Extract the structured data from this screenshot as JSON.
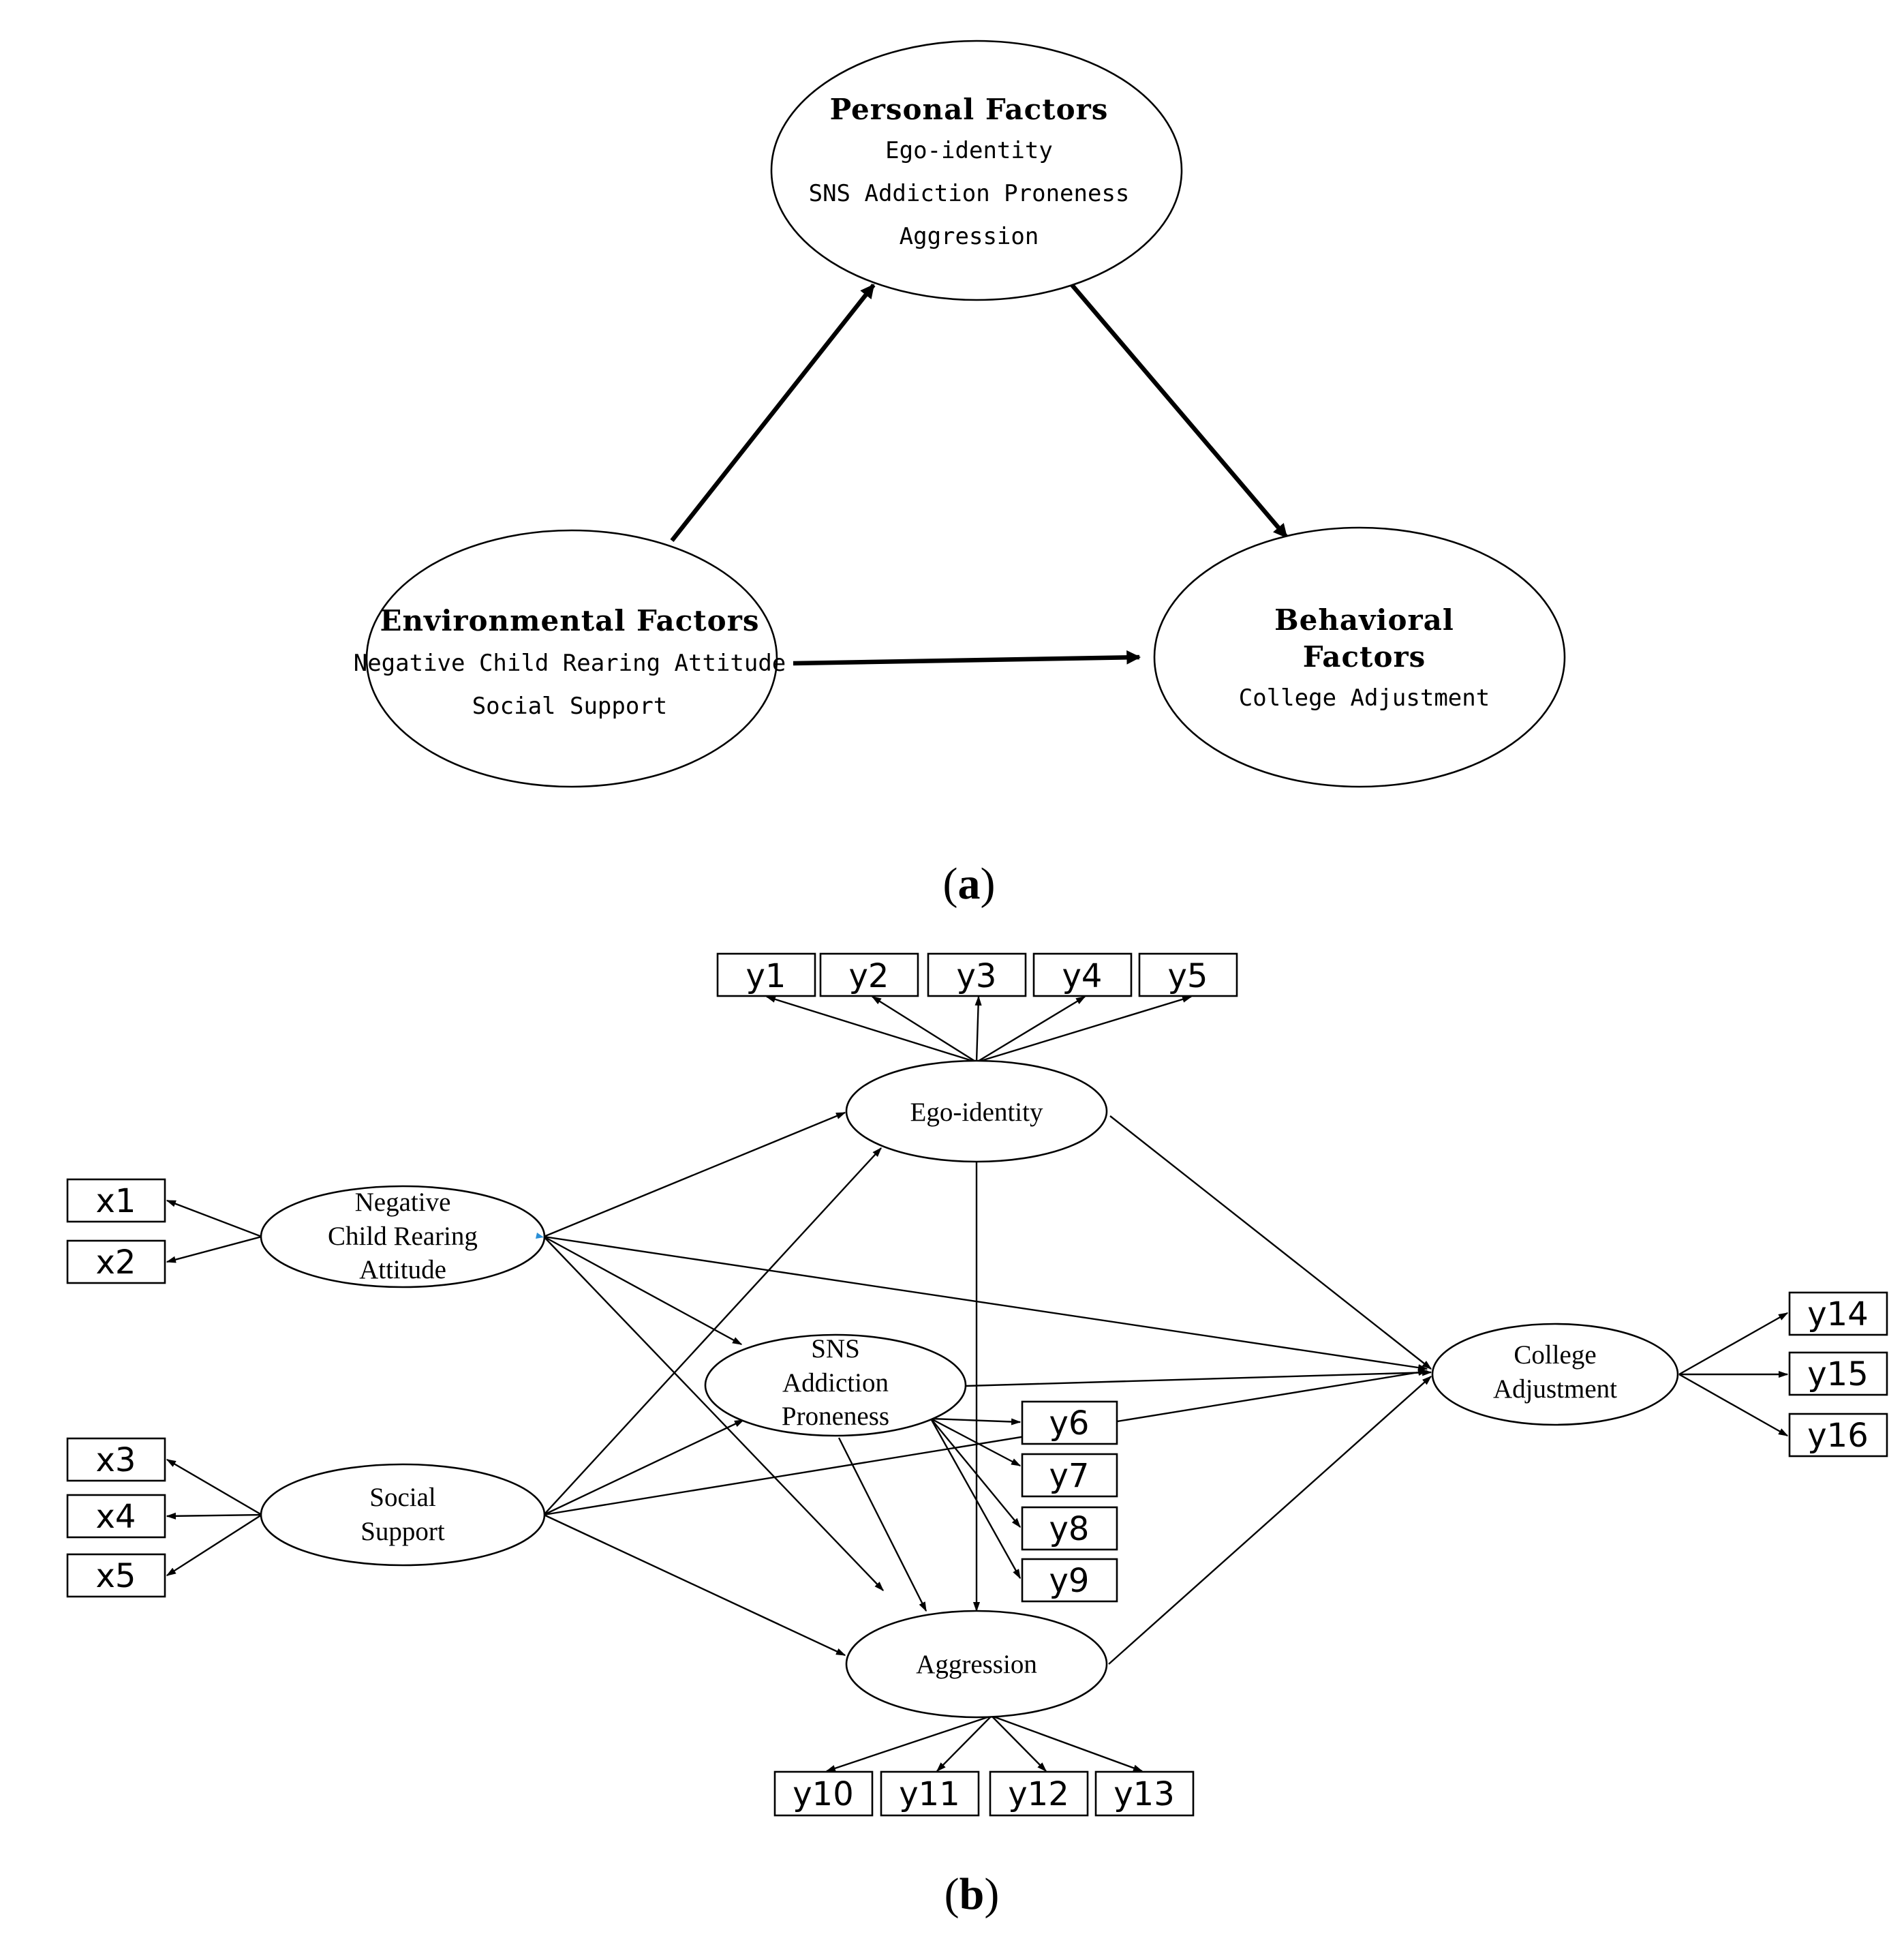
{
  "panel_a": {
    "caption_letter": "a",
    "personal": {
      "title": "Personal Factors",
      "items": [
        "Ego-identity",
        "SNS Addiction Proneness",
        "Aggression"
      ]
    },
    "environmental": {
      "title": "Environmental Factors",
      "items": [
        "Negative Child Rearing Attitude",
        "Social Support"
      ]
    },
    "behavioral": {
      "title_line1": "Behavioral",
      "title_line2": "Factors",
      "items": [
        "College Adjustment"
      ]
    }
  },
  "panel_b": {
    "caption_letter": "b",
    "latents": {
      "ego": [
        "Ego-identity"
      ],
      "ncra": [
        "Negative",
        "Child Rearing",
        "Attitude"
      ],
      "sns": [
        "SNS",
        "Addiction",
        "Proneness"
      ],
      "social": [
        "Social",
        "Support"
      ],
      "aggression": [
        "Aggression"
      ],
      "college": [
        "College",
        "Adjustment"
      ]
    },
    "indicators": {
      "x1": "x1",
      "x2": "x2",
      "x3": "x3",
      "x4": "x4",
      "x5": "x5",
      "y1": "y1",
      "y2": "y2",
      "y3": "y3",
      "y4": "y4",
      "y5": "y5",
      "y6": "y6",
      "y7": "y7",
      "y8": "y8",
      "y9": "y9",
      "y10": "y10",
      "y11": "y11",
      "y12": "y12",
      "y13": "y13",
      "y14": "y14",
      "y15": "y15",
      "y16": "y16"
    }
  }
}
